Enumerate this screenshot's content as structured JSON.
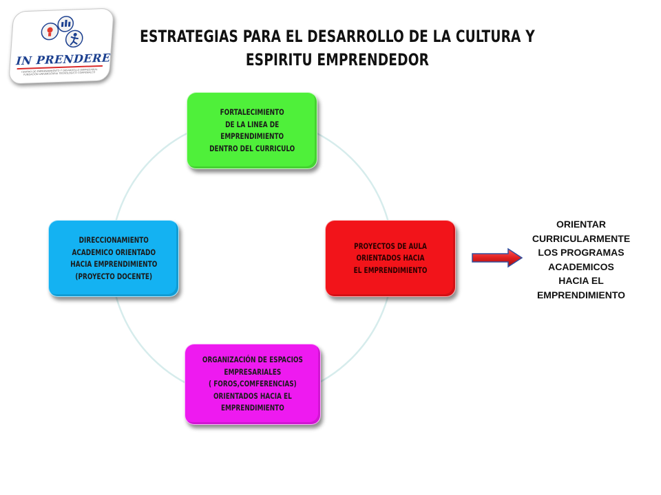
{
  "logo": {
    "name": "IN PRENDERE",
    "subtitle": "CENTRO DE EMPRENDIMIENTO Y DESARROLLO EMPRESARIAL FUNDACION UNIVERSITARIA TECNOLOGICO COMFENALCO",
    "colors": {
      "primary": "#1b3f8f",
      "accent": "#d92a2a"
    }
  },
  "title": {
    "line1": "ESTRATEGIAS PARA EL DESARROLLO DE LA CULTURA Y",
    "line2": "ESPIRITU EMPRENDEDOR"
  },
  "diagram": {
    "nodes": [
      {
        "id": "top",
        "text": "FORTALECIMIENTO\nDE LA LINEA DE\nEMPRENDIMIENTO\nDENTRO DEL CURRICULO",
        "color": "#4ff03a"
      },
      {
        "id": "right",
        "text": "PROYECTOS DE AULA\nORIENTADOS HACIA\nEL EMPRENDIMIENTO",
        "color": "#f2141a"
      },
      {
        "id": "bottom",
        "text": "ORGANIZACIÓN DE ESPACIOS\nEMPRESARIALES\n( FOROS,COMFERENCIAS)\nORIENTADOS HACIA EL\nEMPRENDIMIENTO",
        "color": "#ee1af0"
      },
      {
        "id": "left",
        "text": "DIRECCIONAMIENTO\nACADEMICO ORIENTADO\nHACIA EMPRENDIMIENTO\n(PROYECTO DOCENTE)",
        "color": "#14b2f2"
      }
    ],
    "cycle_color": "#d6ecec",
    "arrow_color": "#e02020"
  },
  "note": {
    "text": "ORIENTAR\nCURRICULARMENTE\nLOS PROGRAMAS\nACADEMICOS\nHACIA EL\nEMPRENDIMIENTO"
  }
}
